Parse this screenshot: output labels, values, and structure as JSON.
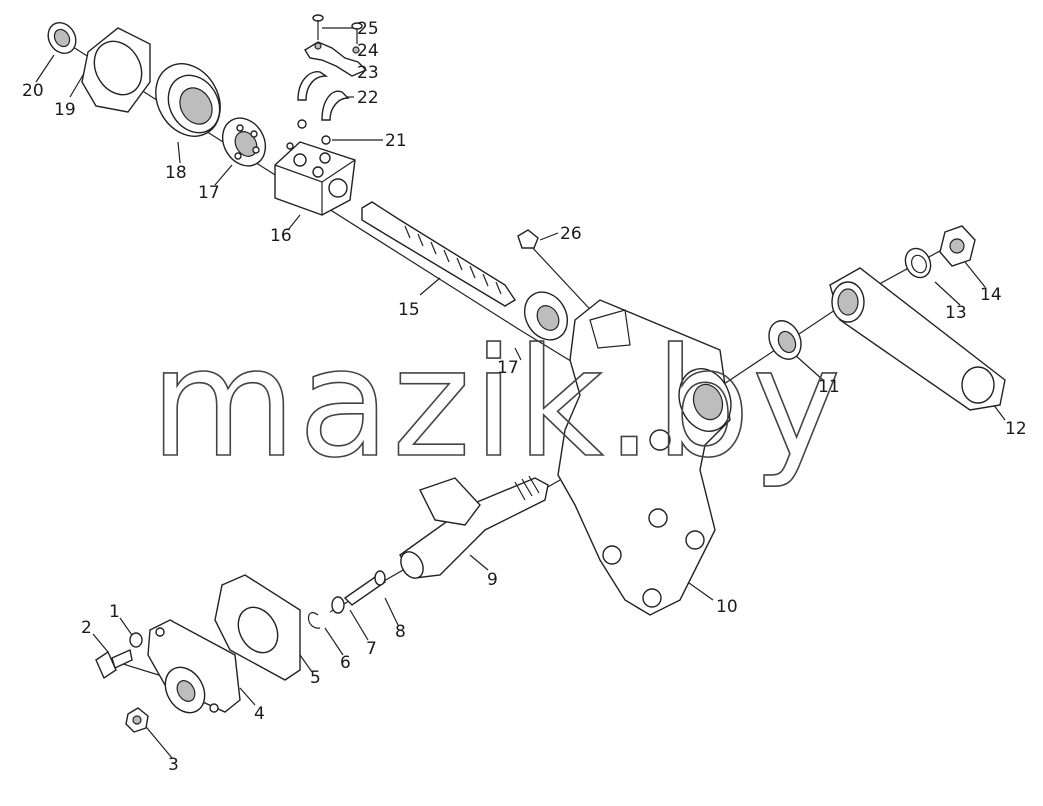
{
  "watermark": "mazik.by",
  "parts": [
    {
      "id": "1"
    },
    {
      "id": "2"
    },
    {
      "id": "3"
    },
    {
      "id": "4"
    },
    {
      "id": "5"
    },
    {
      "id": "6"
    },
    {
      "id": "7"
    },
    {
      "id": "8"
    },
    {
      "id": "9"
    },
    {
      "id": "10"
    },
    {
      "id": "11"
    },
    {
      "id": "12"
    },
    {
      "id": "13"
    },
    {
      "id": "14"
    },
    {
      "id": "15"
    },
    {
      "id": "16"
    },
    {
      "id": "17a"
    },
    {
      "id": "17b"
    },
    {
      "id": "18"
    },
    {
      "id": "19"
    },
    {
      "id": "20"
    },
    {
      "id": "21"
    },
    {
      "id": "22"
    },
    {
      "id": "23"
    },
    {
      "id": "24"
    },
    {
      "id": "25"
    },
    {
      "id": "26"
    }
  ],
  "labels": {
    "p1": "1",
    "p2": "2",
    "p3": "3",
    "p4": "4",
    "p5": "5",
    "p6": "6",
    "p7": "7",
    "p8": "8",
    "p9": "9",
    "p10": "10",
    "p11": "11",
    "p12": "12",
    "p13": "13",
    "p14": "14",
    "p15": "15",
    "p16": "16",
    "p17a": "17",
    "p17b": "17",
    "p18": "18",
    "p19": "19",
    "p20": "20",
    "p21": "21",
    "p22": "22",
    "p23": "23",
    "p24": "24",
    "p25": "25",
    "p26": "26"
  }
}
